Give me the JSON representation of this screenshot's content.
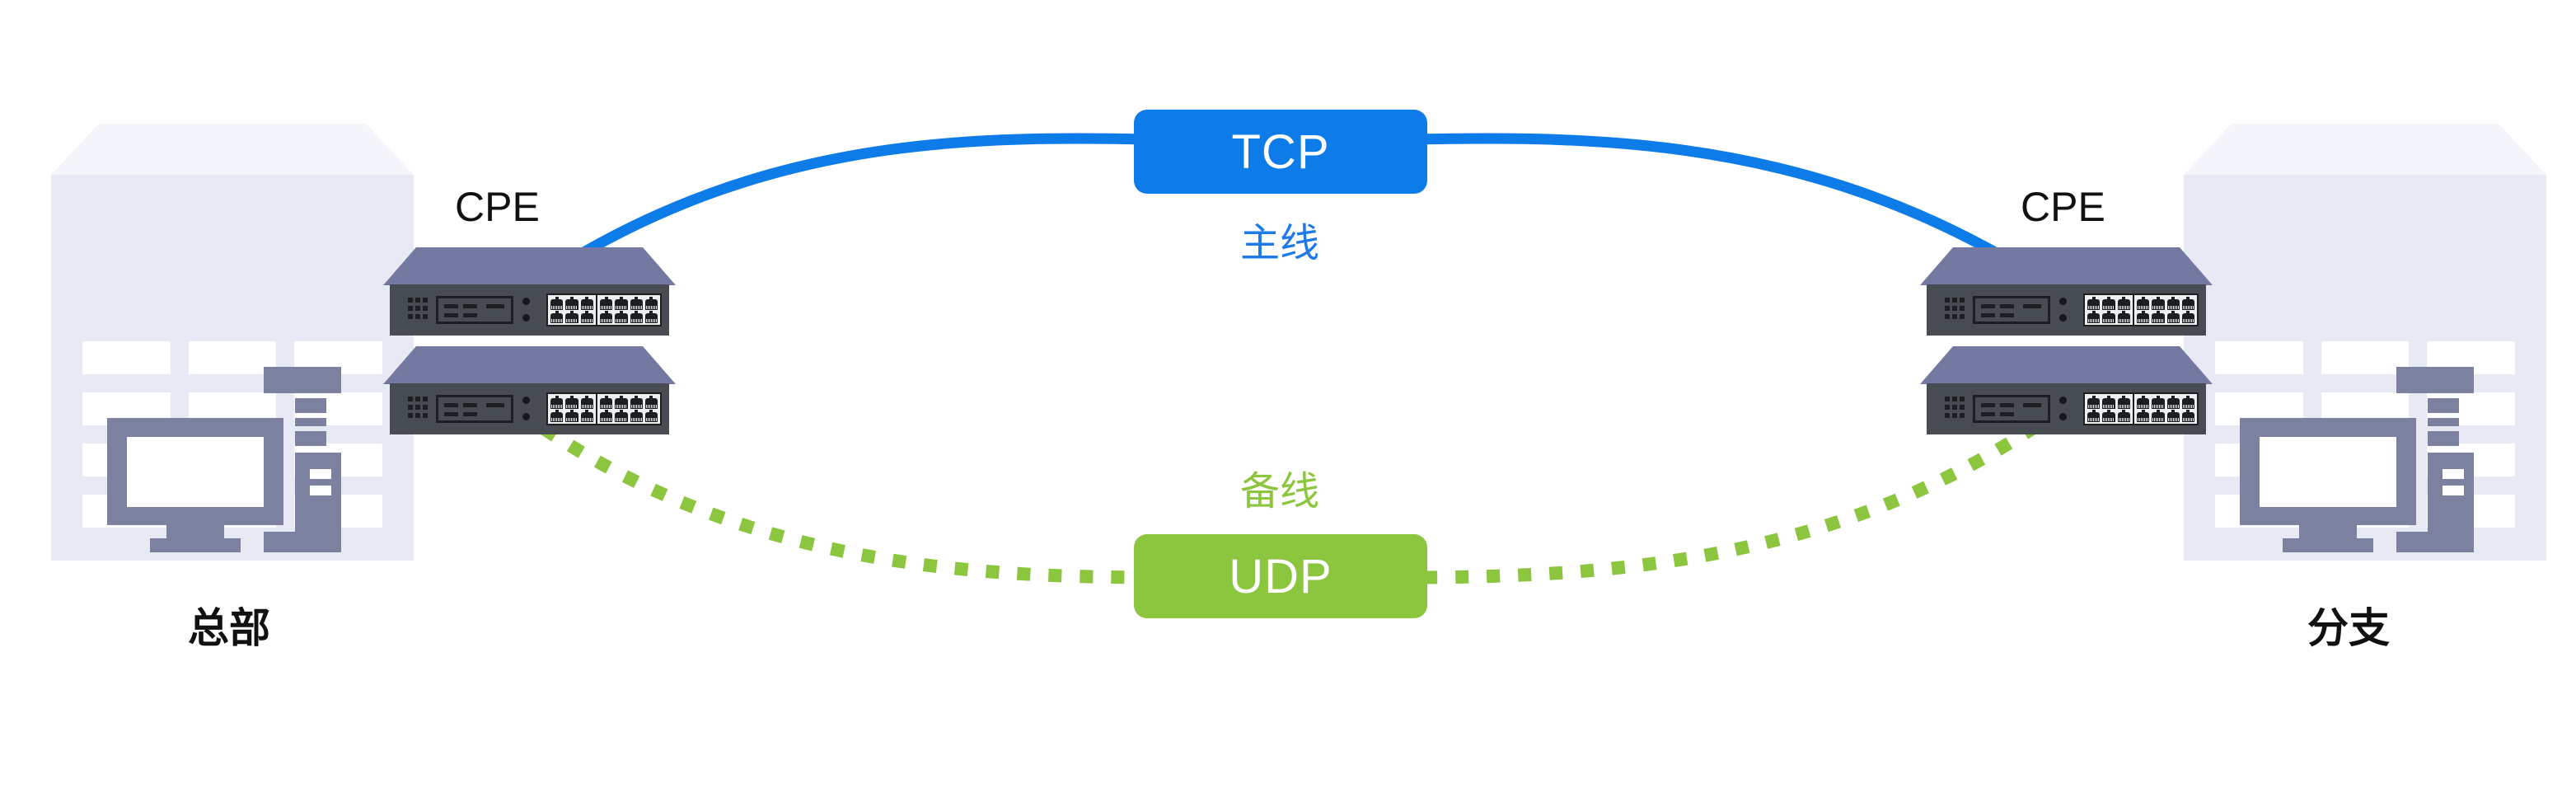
{
  "diagram": {
    "title": "TCP/UDP dual-link network topology between headquarters and branch",
    "background_color": "#ffffff",
    "colors": {
      "primary_link": "#0d7ce8",
      "backup_link": "#8cc63f",
      "building_body": "#e7eaf4",
      "building_roof": "#f3f5fa",
      "device_body": "#474b52",
      "device_top": "#7379a0",
      "computer": "#7d81a0",
      "label_text": "#111111"
    }
  },
  "sites": [
    {
      "id": "hq",
      "name": "总部",
      "device_label": "CPE",
      "device_count": 2,
      "icon": "office-building-icon",
      "endpoint_icon": "desktop-computer-icon"
    },
    {
      "id": "branch",
      "name": "分支",
      "device_label": "CPE",
      "device_count": 2,
      "icon": "office-building-icon",
      "endpoint_icon": "desktop-computer-icon"
    }
  ],
  "links": [
    {
      "id": "primary",
      "protocol": "TCP",
      "role_label": "主线",
      "color": "#0d7ce8",
      "style": "solid",
      "badge_color": "#0d7ce8",
      "badge_text_color": "#ffffff"
    },
    {
      "id": "backup",
      "protocol": "UDP",
      "role_label": "备线",
      "color": "#8cc63f",
      "style": "dotted",
      "badge_color": "#8cc63f",
      "badge_text_color": "#ffffff"
    }
  ],
  "switch_face": {
    "led_count": 9,
    "indicator_dots": 2,
    "port_blocks": 2,
    "ports_per_block": 8
  }
}
